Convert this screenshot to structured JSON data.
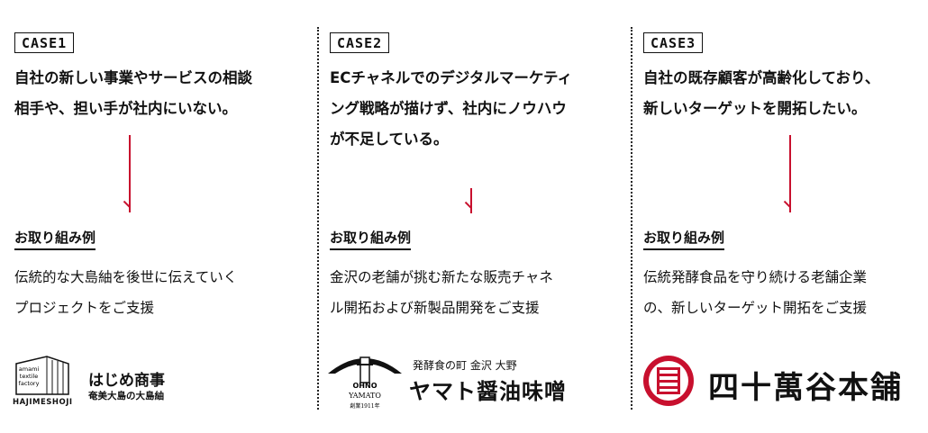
{
  "cases": [
    {
      "badge": "CASE1",
      "problem_lines": [
        "自社の新しい事業やサービスの相談",
        "相手や、担い手が社内にいない。"
      ],
      "example_label": "お取り組み例",
      "example_lines": [
        "伝統的な大島紬を後世に伝えていく",
        "プロジェクトをご支援"
      ],
      "logo": {
        "box_lines": [
          "amami",
          "textile",
          "factory"
        ],
        "caption": "HAJIMESHOJI",
        "name": "はじめ商事",
        "subname": "奄美大島の大島紬"
      }
    },
    {
      "badge": "CASE2",
      "problem_lines": [
        "ECチャネルでのデジタルマーケティ",
        "ング戦略が描けず、社内にノウハウ",
        "が不足している。"
      ],
      "example_label": "お取り組み例",
      "example_lines": [
        "金沢の老舗が挑む新たな販売チャネ",
        "ル開拓および新製品開発をご支援"
      ],
      "logo": {
        "roof_text": "OHNO",
        "brand_small": "YAMATO",
        "since": "創業1911年",
        "tagline": "発酵食の町 金沢 大野",
        "name": "ヤマト醤油味噌"
      }
    },
    {
      "badge": "CASE3",
      "problem_lines": [
        "自社の既存顧客が高齢化しており、",
        "新しいターゲットを開拓したい。"
      ],
      "example_label": "お取り組み例",
      "example_lines": [
        "伝統発酵食品を守り続ける老舗企業",
        "の、新しいターゲット開拓をご支援"
      ],
      "logo": {
        "name": "四十萬谷本舗"
      }
    }
  ],
  "colors": {
    "arrow": "#c8102e",
    "text": "#111111",
    "logo_red": "#c8102e"
  },
  "icons": [
    "down-arrow-icon",
    "factory-building-icon",
    "roof-emblem-icon",
    "circle-crest-icon"
  ]
}
